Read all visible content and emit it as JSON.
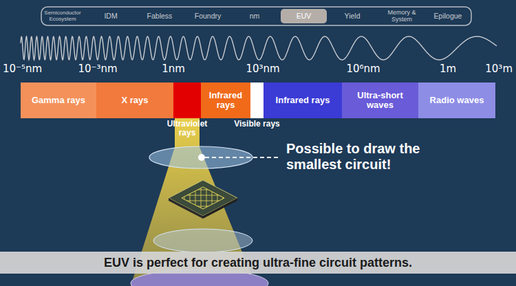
{
  "diagram": {
    "caption": "EUV is perfect for creating ultra-fine circuit patterns.",
    "nodes": [
      {
        "text": [
          "Semiconductor Ecosystem"
        ]
      },
      {
        "text": [
          "IDM"
        ]
      },
      {
        "text": [
          "Fabless"
        ]
      },
      {
        "text": [
          "Foundry"
        ]
      },
      {
        "text": [
          "nm"
        ]
      },
      {
        "text": [
          "EUV"
        ]
      },
      {
        "text": [
          "Yield"
        ]
      },
      {
        "text": [
          "Memory & System"
        ]
      },
      {
        "text": [
          "Epilogue"
        ]
      },
      {
        "text": [
          "Gamma rays"
        ]
      },
      {
        "text": [
          "X rays"
        ]
      },
      {
        "text": [
          "Ultraviolet rays"
        ]
      },
      {
        "text": [
          "Infrared rays"
        ]
      },
      {
        "text": [
          "Visible rays"
        ]
      },
      {
        "text": [
          "Infrared rays"
        ]
      },
      {
        "text": [
          "Ultra-short waves"
        ]
      },
      {
        "text": [
          "Radio waves"
        ]
      }
    ],
    "labels": [
      "10⁻⁵nm",
      "10⁻³nm",
      "1nm",
      "10³nm",
      "10⁶nm",
      "1m",
      "10³m",
      "Possible to draw the smallest circuit!"
    ]
  }
}
